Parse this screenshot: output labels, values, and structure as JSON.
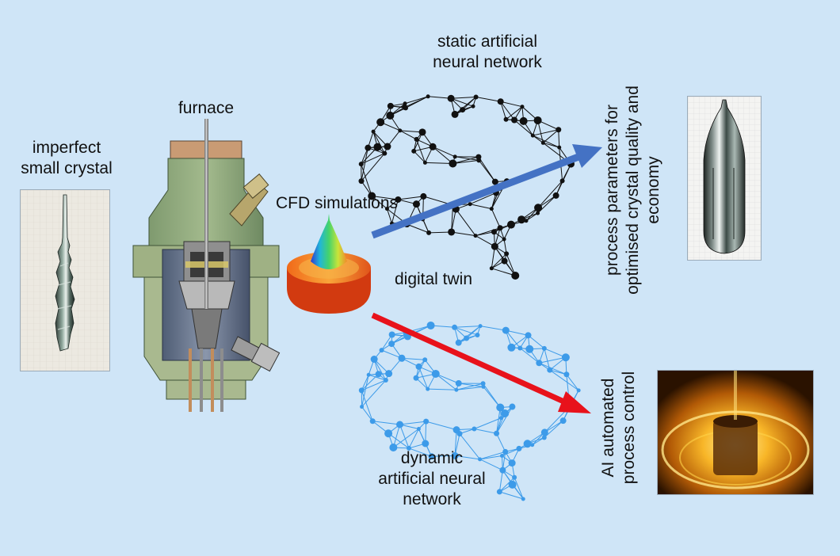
{
  "labels": {
    "imperfect_crystal": "imperfect\nsmall crystal",
    "furnace": "furnace",
    "cfd_simulations": "CFD simulations",
    "digital_twin": "digital twin",
    "static_ann": "static artificial\nneural network",
    "dynamic_ann": "dynamic\nartificial neural\nnetwork",
    "process_parameters": "process parameters for\noptimised crystal quality and\neconomy",
    "ai_control": "AI automated\nprocess control"
  },
  "colors": {
    "background": "#cfe5f7",
    "blue_arrow": "#4472c4",
    "red_arrow": "#e8121b",
    "static_network": "#111111",
    "dynamic_network": "#3d9be9"
  }
}
